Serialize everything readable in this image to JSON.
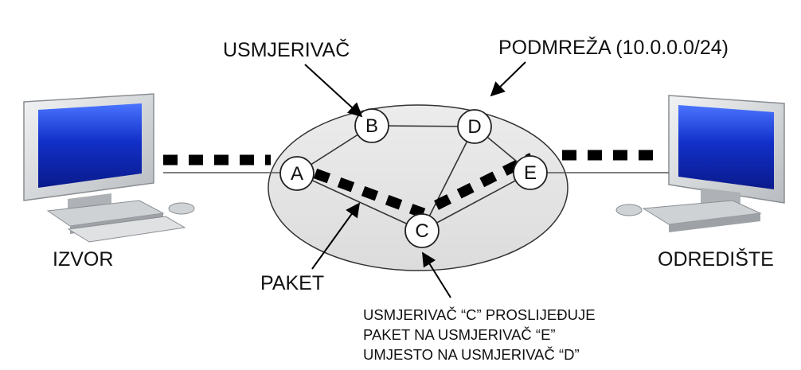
{
  "labels": {
    "router": "USMJERIVAČ",
    "subnet": "PODMREŽA (10.0.0.0/24)",
    "source": "IZVOR",
    "destination": "ODREDIŠTE",
    "packet": "PAKET"
  },
  "nodes": [
    {
      "id": "A",
      "label": "A"
    },
    {
      "id": "B",
      "label": "B"
    },
    {
      "id": "C",
      "label": "C"
    },
    {
      "id": "D",
      "label": "D"
    },
    {
      "id": "E",
      "label": "E"
    }
  ],
  "edges": [
    [
      "A",
      "B"
    ],
    [
      "B",
      "D"
    ],
    [
      "D",
      "E"
    ],
    [
      "D",
      "C"
    ],
    [
      "A",
      "C"
    ],
    [
      "C",
      "E"
    ]
  ],
  "packet_path": [
    "IZVOR",
    "A",
    "C",
    "E",
    "ODREDIŠTE"
  ],
  "note_lines": [
    "USMJERIVAČ “C” PROSLIJEĐUJE",
    "PAKET NA USMJERIVAČ “E”",
    "UMJESTO NA USMJERIVAČ “D”"
  ],
  "colors": {
    "network_fill": "#e5e5e5",
    "screen": "#1230c8",
    "monitor_body": "#d6d8da"
  }
}
